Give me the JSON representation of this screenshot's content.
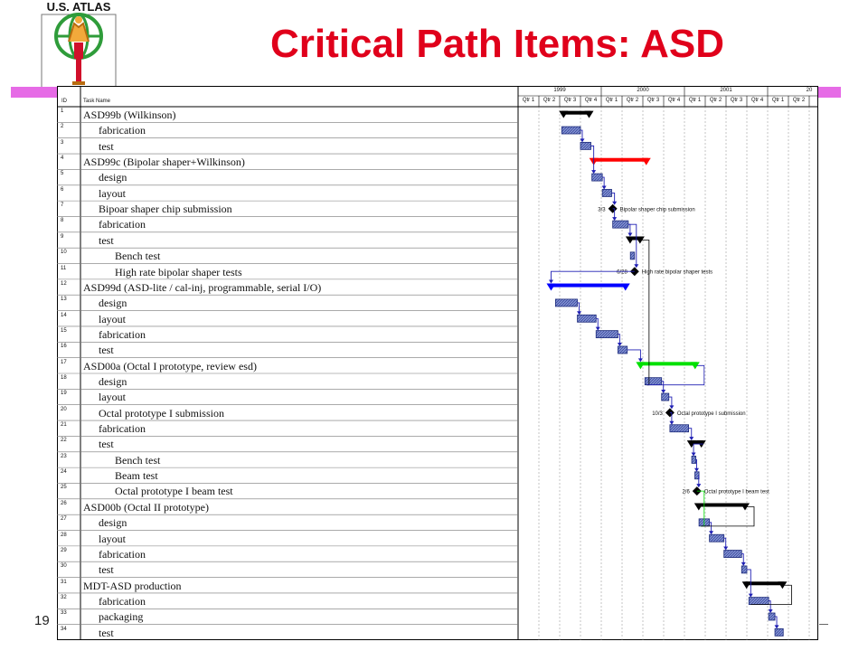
{
  "logo": {
    "text": "U.S. ATLAS"
  },
  "slide": {
    "title": "Critical Path Items: ASD",
    "page_number": "19"
  },
  "colors": {
    "title": "#e0001b",
    "band": "#e66be6",
    "task_bar": "#7f8fd0",
    "link": "#1f1fb4",
    "summary_black": "#000000",
    "summary_red": "#ff0000",
    "summary_blue": "#0000ff",
    "summary_green": "#00e000"
  },
  "gantt": {
    "headers": {
      "id": "ID",
      "task": "Task Name"
    },
    "years": [
      "1999",
      "2000",
      "2001",
      "20"
    ],
    "quarters": [
      "Qtr 1",
      "Qtr 2",
      "Qtr 3",
      "Qtr 4",
      "Qtr 1",
      "Qtr 2",
      "Qtr 3",
      "Qtr 4",
      "Qtr 1",
      "Qtr 2",
      "Qtr 3",
      "Qtr 4",
      "Qtr 1",
      "Qtr 2"
    ],
    "rows": [
      {
        "id": "1",
        "name": "ASD99b (Wilkinson)",
        "level": 0,
        "type": "summary",
        "color": "black",
        "start": 2.1,
        "end": 3.5
      },
      {
        "id": "2",
        "name": "fabrication",
        "level": 1,
        "type": "task",
        "start": 2.1,
        "end": 3.0
      },
      {
        "id": "3",
        "name": "test",
        "level": 1,
        "type": "task",
        "start": 3.0,
        "end": 3.5
      },
      {
        "id": "4",
        "name": "ASD99c (Bipolar shaper+Wilkinson)",
        "level": 0,
        "type": "summary",
        "color": "red",
        "start": 3.55,
        "end": 6.25
      },
      {
        "id": "5",
        "name": "design",
        "level": 1,
        "type": "task",
        "start": 3.55,
        "end": 4.05
      },
      {
        "id": "6",
        "name": "layout",
        "level": 1,
        "type": "task",
        "start": 4.05,
        "end": 4.5
      },
      {
        "id": "7",
        "name": "Bipoar shaper chip submission",
        "level": 1,
        "type": "milestone",
        "at": 4.55,
        "date": "3/3",
        "label": "Bipolar shaper chip submission"
      },
      {
        "id": "8",
        "name": "fabrication",
        "level": 1,
        "type": "task",
        "start": 4.55,
        "end": 5.3
      },
      {
        "id": "9",
        "name": "test",
        "level": 1,
        "type": "summary",
        "color": "black",
        "start": 5.3,
        "end": 5.95
      },
      {
        "id": "10",
        "name": "Bench test",
        "level": 2,
        "type": "task",
        "start": 5.4,
        "end": 5.6
      },
      {
        "id": "11",
        "name": "High rate bipolar shaper tests",
        "level": 2,
        "type": "milestone",
        "at": 5.6,
        "date": "6/28",
        "label": "High rate bipolar shaper tests"
      },
      {
        "id": "12",
        "name": "ASD99d (ASD-lite / cal-inj, programmable, serial I/O)",
        "level": 0,
        "type": "summary",
        "color": "blue",
        "start": 1.5,
        "end": 5.25
      },
      {
        "id": "13",
        "name": "design",
        "level": 1,
        "type": "task",
        "start": 1.8,
        "end": 2.85
      },
      {
        "id": "14",
        "name": "layout",
        "level": 1,
        "type": "task",
        "start": 2.85,
        "end": 3.75
      },
      {
        "id": "15",
        "name": "fabrication",
        "level": 1,
        "type": "task",
        "start": 3.75,
        "end": 4.8
      },
      {
        "id": "16",
        "name": "test",
        "level": 1,
        "type": "task",
        "start": 4.8,
        "end": 5.25
      },
      {
        "id": "17",
        "name": "ASD00a (Octal I prototype, review esd)",
        "level": 0,
        "type": "summary",
        "color": "green",
        "start": 5.8,
        "end": 8.6
      },
      {
        "id": "18",
        "name": "design",
        "level": 1,
        "type": "task",
        "start": 6.1,
        "end": 6.9
      },
      {
        "id": "19",
        "name": "layout",
        "level": 1,
        "type": "task",
        "start": 6.9,
        "end": 7.25
      },
      {
        "id": "20",
        "name": "Octal prototype I submission",
        "level": 1,
        "type": "milestone",
        "at": 7.3,
        "date": "10/3",
        "label": "Octal prototype I submission"
      },
      {
        "id": "21",
        "name": "fabrication",
        "level": 1,
        "type": "task",
        "start": 7.3,
        "end": 8.2
      },
      {
        "id": "22",
        "name": "test",
        "level": 1,
        "type": "summary",
        "color": "black",
        "start": 8.25,
        "end": 8.9
      },
      {
        "id": "23",
        "name": "Bench test",
        "level": 2,
        "type": "task",
        "start": 8.35,
        "end": 8.55
      },
      {
        "id": "24",
        "name": "Beam test",
        "level": 2,
        "type": "task",
        "start": 8.5,
        "end": 8.7
      },
      {
        "id": "25",
        "name": "Octal prototype I beam test",
        "level": 2,
        "type": "milestone",
        "at": 8.6,
        "date": "2/6",
        "label": "Octal prototype I beam test"
      },
      {
        "id": "26",
        "name": "ASD00b (Octal II prototype)",
        "level": 0,
        "type": "summary",
        "color": "black",
        "start": 8.6,
        "end": 11.0
      },
      {
        "id": "27",
        "name": "design",
        "level": 1,
        "type": "task",
        "start": 8.7,
        "end": 9.2
      },
      {
        "id": "28",
        "name": "layout",
        "level": 1,
        "type": "task",
        "start": 9.2,
        "end": 9.9
      },
      {
        "id": "29",
        "name": "fabrication",
        "level": 1,
        "type": "task",
        "start": 9.9,
        "end": 10.75
      },
      {
        "id": "30",
        "name": "test",
        "level": 1,
        "type": "task",
        "start": 10.75,
        "end": 11.0
      },
      {
        "id": "31",
        "name": "MDT-ASD production",
        "level": 0,
        "type": "summary",
        "color": "black",
        "start": 10.9,
        "end": 12.8
      },
      {
        "id": "32",
        "name": "fabrication",
        "level": 1,
        "type": "task",
        "start": 11.1,
        "end": 12.05
      },
      {
        "id": "33",
        "name": "packaging",
        "level": 1,
        "type": "task",
        "start": 12.05,
        "end": 12.35
      },
      {
        "id": "34",
        "name": "test",
        "level": 1,
        "type": "task",
        "start": 12.35,
        "end": 12.75
      }
    ]
  }
}
